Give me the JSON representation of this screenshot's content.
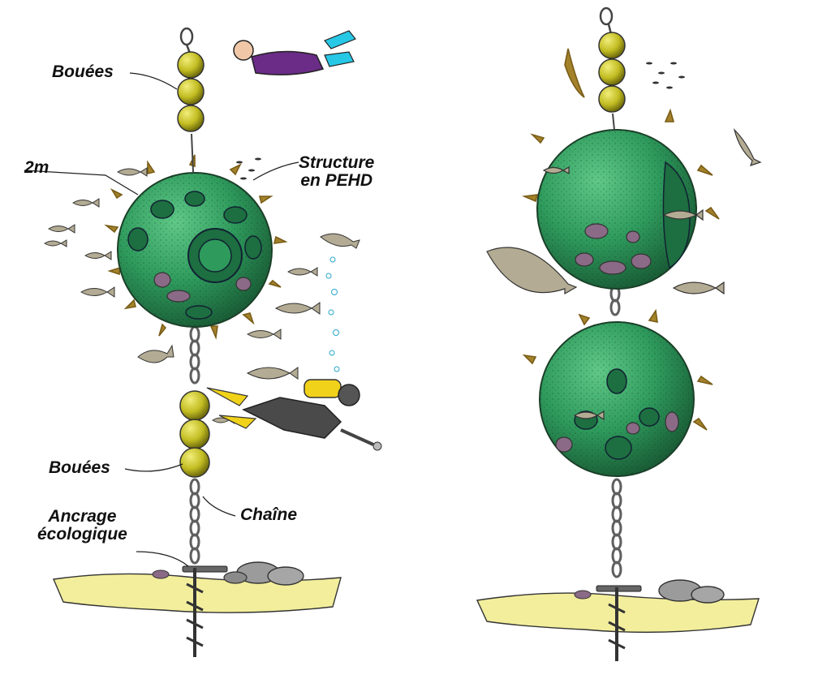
{
  "labels": {
    "buoys_top": "Bouées",
    "diameter": "2m",
    "structure_line1": "Structure",
    "structure_line2": "en PEHD",
    "buoys_bottom": "Bouées",
    "chain": "Chaîne",
    "anchor_line1": "Ancrage",
    "anchor_line2": "écologique"
  },
  "colors": {
    "sphere": "#2e9a5c",
    "sphere_dark": "#1d6e40",
    "buoy": "#b8b41e",
    "algae": "#a3822a",
    "sponge": "#8a6a86",
    "sand": "#f2ee9c",
    "rock": "#9b9b9b",
    "chain": "#5f5f5f",
    "fish": "#b3ab93",
    "diver_fin": "#f1d21a",
    "snorkel_fin": "#27c7e6",
    "snorkel_suit": "#6a2c86"
  },
  "icons": [
    "buoy-icon",
    "fish-icon",
    "diver-icon",
    "snorkeler-icon",
    "rock-icon",
    "crab-icon",
    "algae-icon",
    "anchor-icon"
  ]
}
